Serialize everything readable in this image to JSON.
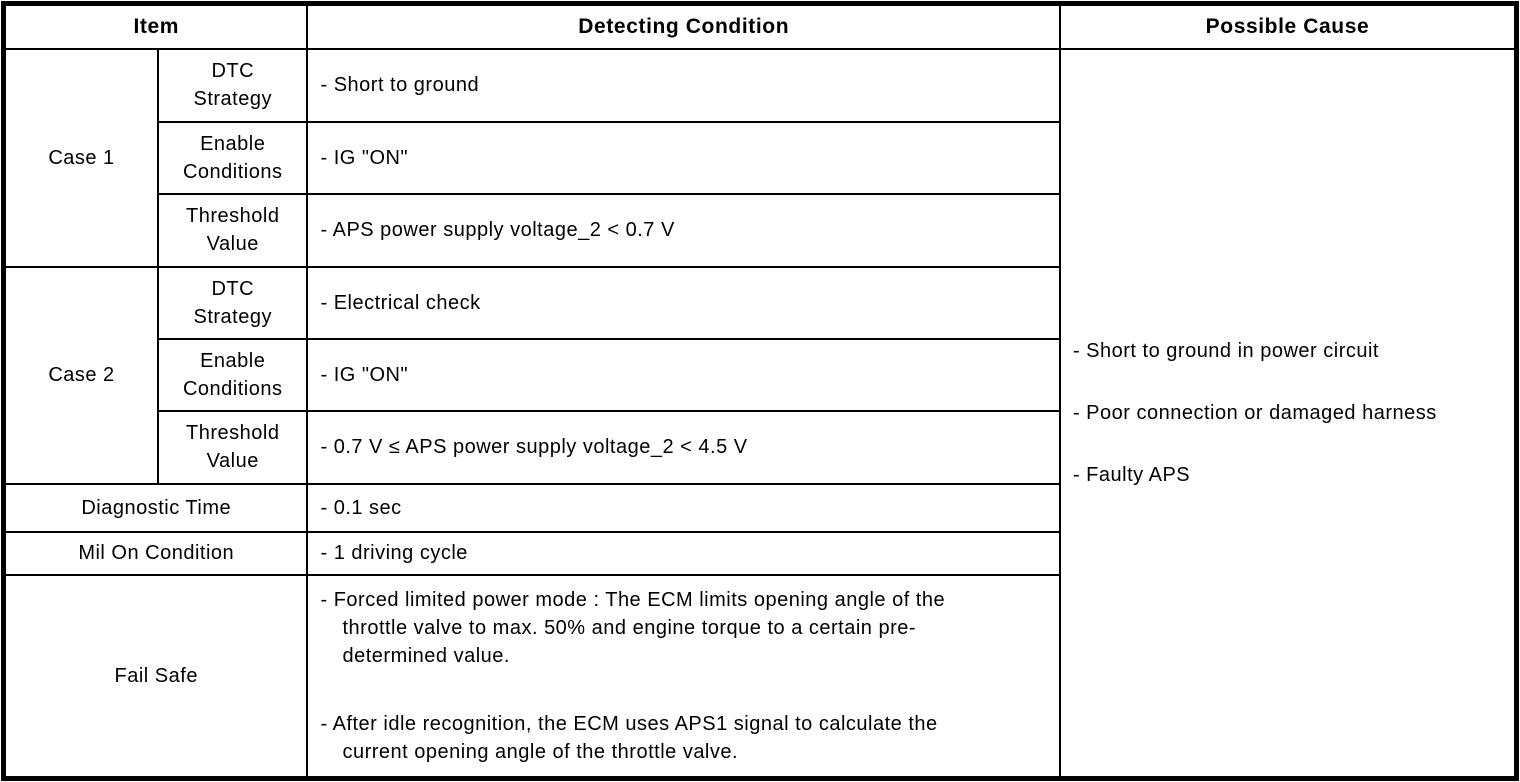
{
  "table": {
    "header": {
      "item": "Item",
      "detecting_condition": "Detecting Condition",
      "possible_cause": "Possible Cause"
    },
    "case1": {
      "label": "Case 1",
      "dtc_strategy": {
        "label": "DTC Strategy",
        "value": "- Short to ground"
      },
      "enable_conditions": {
        "label": "Enable Conditions",
        "value": "- IG \"ON\""
      },
      "threshold_value": {
        "label": "Threshold Value",
        "value": "- APS power supply voltage_2 < 0.7 V"
      }
    },
    "case2": {
      "label": "Case 2",
      "dtc_strategy": {
        "label": "DTC Strategy",
        "value": "- Electrical check"
      },
      "enable_conditions": {
        "label": "Enable Conditions",
        "value": "- IG \"ON\""
      },
      "threshold_value": {
        "label": "Threshold Value",
        "value": "- 0.7 V ≤ APS power supply voltage_2 < 4.5 V"
      }
    },
    "diagnostic_time": {
      "label": "Diagnostic Time",
      "value": "- 0.1 sec"
    },
    "mil_on_condition": {
      "label": "Mil On Condition",
      "value": "- 1 driving cycle"
    },
    "fail_safe": {
      "label": "Fail Safe",
      "paragraphs": [
        "- Forced limited power mode : The ECM limits opening angle of the throttle valve to max. 50% and engine torque to a certain pre-determined value.",
        "- After idle recognition, the ECM uses APS1 signal to calculate the current opening angle of the throttle valve."
      ]
    },
    "possible_cause": {
      "items": [
        "- Short to ground in power circuit",
        "- Poor connection or damaged harness",
        "- Faulty APS"
      ]
    }
  },
  "colors": {
    "border": "#000000",
    "text": "#000000",
    "background": "#ffffff"
  }
}
